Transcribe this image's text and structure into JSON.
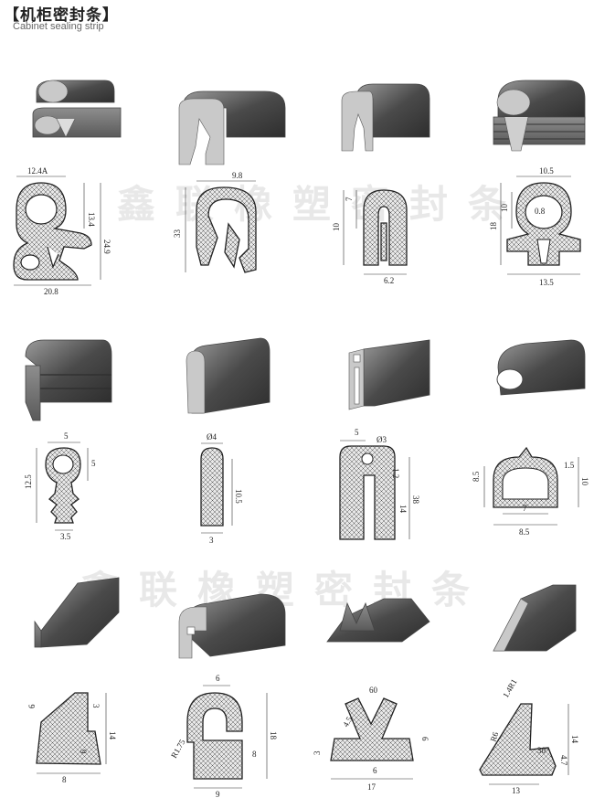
{
  "header": {
    "title": "【机柜密封条】",
    "subtitle": "Cabinet sealing strip"
  },
  "watermark": {
    "text_top": "鑫联橡塑密封条",
    "text_bottom": "鑫联橡塑密封条"
  },
  "profiles": [
    {
      "dims": [
        "12.4A",
        "13.4",
        "24.9",
        "20.8"
      ]
    },
    {
      "dims": [
        "9.8",
        "33"
      ]
    },
    {
      "dims": [
        "7",
        "10",
        "6.2"
      ]
    },
    {
      "dims": [
        "10.5",
        "10",
        "0.8",
        "18",
        "13.5"
      ]
    },
    {
      "dims": [
        "5",
        "12.5",
        "5",
        "3.5"
      ]
    },
    {
      "dims": [
        "Ø4",
        "10.5",
        "3"
      ]
    },
    {
      "dims": [
        "5",
        "Ø3",
        "1.2",
        "14",
        "38"
      ]
    },
    {
      "dims": [
        "1.5",
        "8.5",
        "10",
        "7",
        "8.5"
      ]
    },
    {
      "dims": [
        "6",
        "3",
        "14",
        "9",
        "8"
      ]
    },
    {
      "dims": [
        "6",
        "R1.75",
        "18",
        "8",
        "9"
      ]
    },
    {
      "dims": [
        "60",
        "4.5",
        "3",
        "6",
        "6",
        "17"
      ]
    },
    {
      "dims": [
        "1.4R1",
        "R6",
        "30°",
        "14",
        "4.7",
        "13"
      ]
    }
  ],
  "colors": {
    "rubber_dark": "#3a3a3a",
    "rubber_light": "#8a8a8a",
    "dim_lines": "#333333"
  }
}
